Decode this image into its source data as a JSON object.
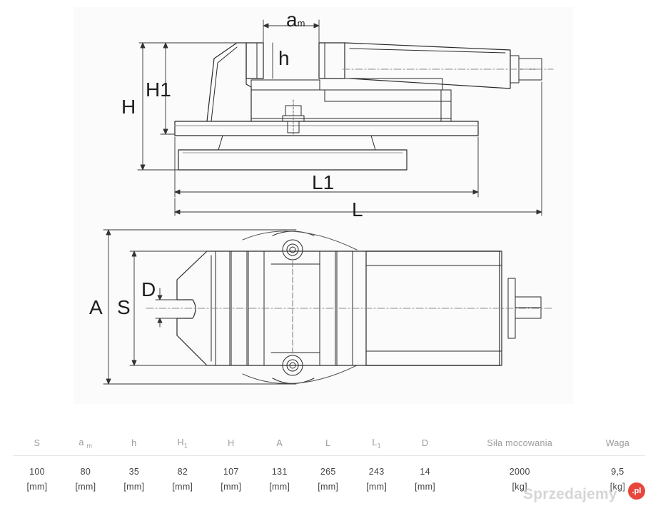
{
  "dimension_labels": {
    "am_main": "a",
    "am_sub": "m",
    "h": "h",
    "H1": "H1",
    "H": "H",
    "L1": "L1",
    "L": "L",
    "D": "D",
    "A": "A",
    "S": "S"
  },
  "table": {
    "headers": [
      {
        "main": "S",
        "sub": ""
      },
      {
        "main": "a",
        "sub": "m"
      },
      {
        "main": "h",
        "sub": ""
      },
      {
        "main": "H",
        "sub": "1"
      },
      {
        "main": "H",
        "sub": ""
      },
      {
        "main": "A",
        "sub": ""
      },
      {
        "main": "L",
        "sub": ""
      },
      {
        "main": "L",
        "sub": "1"
      },
      {
        "main": "D",
        "sub": ""
      },
      {
        "main": "Siła mocowania",
        "sub": ""
      },
      {
        "main": "Waga",
        "sub": ""
      }
    ],
    "values": [
      {
        "value": "100",
        "unit": "[mm]"
      },
      {
        "value": "80",
        "unit": "[mm]"
      },
      {
        "value": "35",
        "unit": "[mm]"
      },
      {
        "value": "82",
        "unit": "[mm]"
      },
      {
        "value": "107",
        "unit": "[mm]"
      },
      {
        "value": "131",
        "unit": "[mm]"
      },
      {
        "value": "265",
        "unit": "[mm]"
      },
      {
        "value": "243",
        "unit": "[mm]"
      },
      {
        "value": "14",
        "unit": "[mm]"
      },
      {
        "value": "2000",
        "unit": "[kg]"
      },
      {
        "value": "9,5",
        "unit": "[kg]"
      }
    ]
  },
  "watermark": {
    "text": "Sprzedajemy",
    "badge": ".pl"
  }
}
